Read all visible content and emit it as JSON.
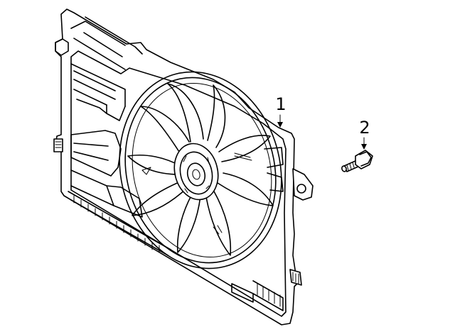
{
  "callouts": [
    {
      "label": "1",
      "part": "fan-shroud-assembly"
    },
    {
      "label": "2",
      "part": "bolt"
    }
  ]
}
